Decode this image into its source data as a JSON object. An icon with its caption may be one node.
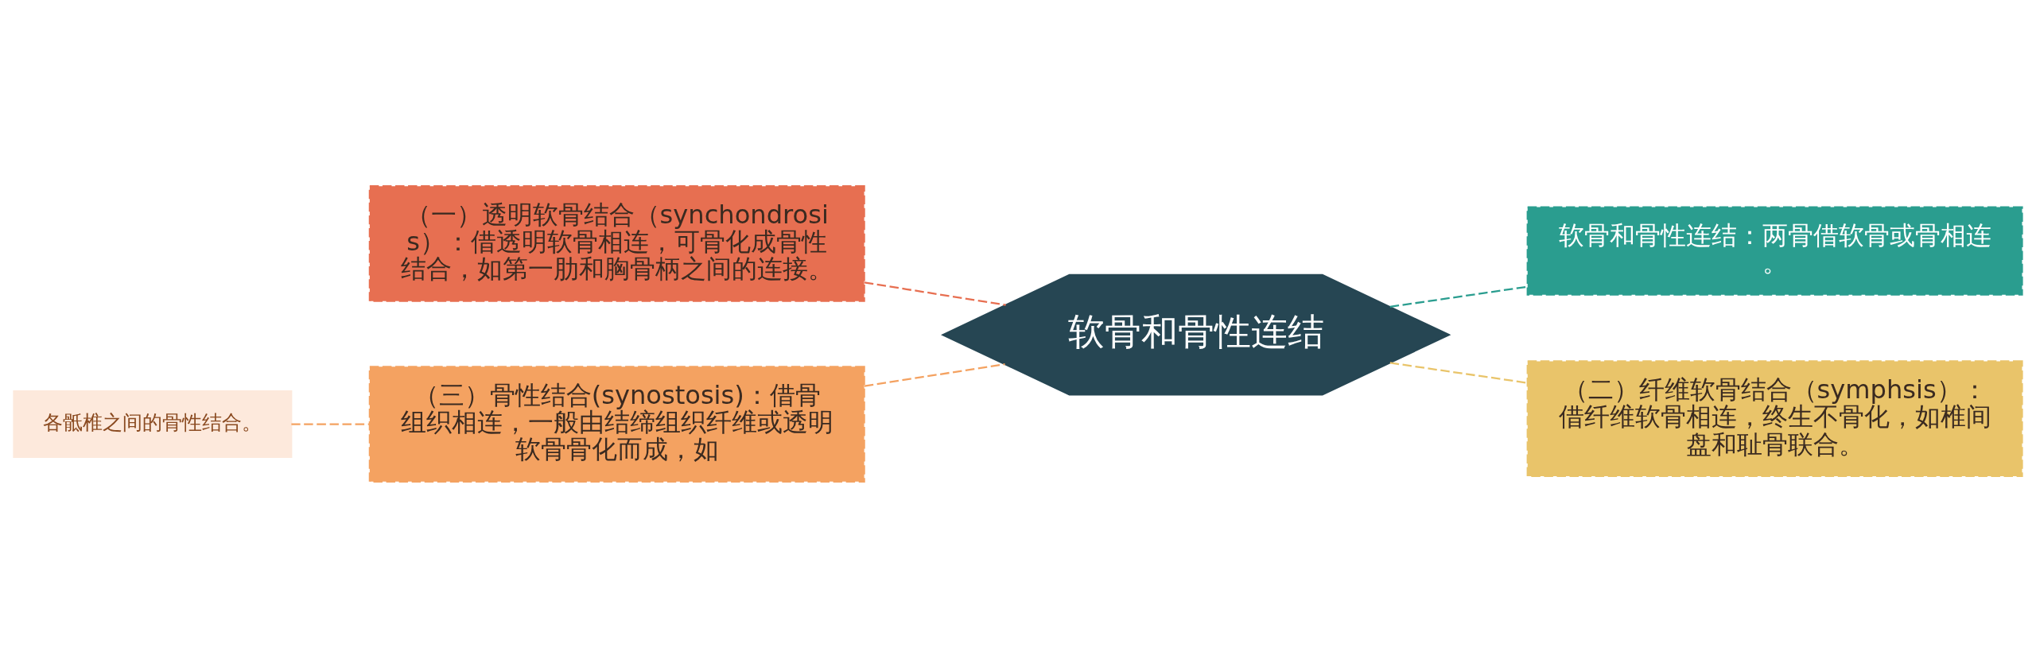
{
  "diagram": {
    "nodes": [
      {
        "text": [
          "软骨和骨性连结"
        ]
      },
      {
        "text": [
          "（一）透明软骨结合（synchondrosis）：借透明软骨相连，可骨化成骨性结合，如第一肋和胸骨柄之间的连接。"
        ]
      },
      {
        "text": [
          "（三）骨性结合(synostosis)：借骨组织相连，一般由结缔组织纤维或透明软骨骨化而成，如"
        ]
      },
      {
        "text": [
          "各骶椎之间的骨性结合。"
        ]
      },
      {
        "text": [
          "软骨和骨性连结：两骨借软骨或骨相连。"
        ]
      },
      {
        "text": [
          "（二）纤维软骨结合（symphsis）：借纤维软骨相连，终生不骨化，如椎间盘和耻骨联合。"
        ]
      }
    ],
    "edges": [
      {
        "from": 0,
        "to": 1,
        "arrow": "none",
        "style": "dashed",
        "color": "#e76f51"
      },
      {
        "from": 0,
        "to": 2,
        "arrow": "none",
        "style": "dashed",
        "color": "#f4a261"
      },
      {
        "from": 2,
        "to": 3,
        "arrow": "none",
        "style": "dashed",
        "color": "#f4a261"
      },
      {
        "from": 0,
        "to": 4,
        "arrow": "none",
        "style": "dashed",
        "color": "#2a9d8f"
      },
      {
        "from": 0,
        "to": 5,
        "arrow": "none",
        "style": "dashed",
        "color": "#e9c46a"
      }
    ]
  }
}
